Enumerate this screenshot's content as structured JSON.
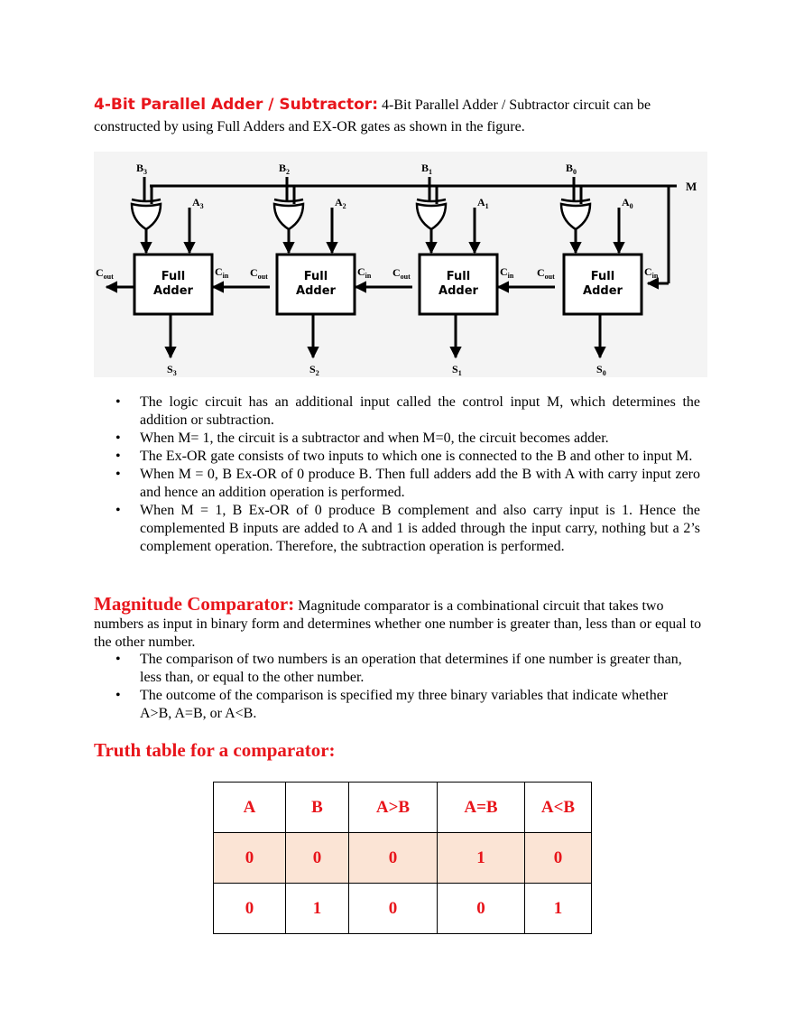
{
  "section1": {
    "heading": "4-Bit Parallel Adder / Subtractor:",
    "intro": " 4-Bit Parallel Adder / Subtractor circuit can be constructed by using Full Adders and EX-OR gates as shown in the figure."
  },
  "diagram": {
    "control_label": "M",
    "block_line1": "Full",
    "block_line2": "Adder",
    "stages": [
      {
        "b": "B",
        "b_sub": "3",
        "a": "A",
        "a_sub": "3",
        "s": "S",
        "s_sub": "3",
        "cout": "C",
        "cout_sub": "out",
        "cin": "C",
        "cin_sub": "in"
      },
      {
        "b": "B",
        "b_sub": "2",
        "a": "A",
        "a_sub": "2",
        "s": "S",
        "s_sub": "2",
        "cout": "C",
        "cout_sub": "out",
        "cin": "C",
        "cin_sub": "in"
      },
      {
        "b": "B",
        "b_sub": "1",
        "a": "A",
        "a_sub": "1",
        "s": "S",
        "s_sub": "1",
        "cout": "C",
        "cout_sub": "out",
        "cin": "C",
        "cin_sub": "in"
      },
      {
        "b": "B",
        "b_sub": "0",
        "a": "A",
        "a_sub": "0",
        "s": "S",
        "s_sub": "0",
        "cout": "C",
        "cout_sub": "out",
        "cin": "C",
        "cin_sub": "in"
      }
    ]
  },
  "bullets1": [
    "The logic circuit has an additional input called the control input M, which determines the addition or subtraction.",
    "When M= 1, the circuit is a subtractor and when M=0, the circuit becomes adder.",
    "The Ex-OR gate consists of two inputs to which one is connected to the B and other to input M.",
    "When M = 0, B Ex-OR of 0 produce B. Then full adders add the B with A with carry input zero and hence an addition operation is performed.",
    "When M = 1, B Ex-OR of 0 produce B complement and also carry input is 1. Hence the complemented B inputs are added to A and 1 is added through the input carry, nothing but a 2’s complement operation. Therefore, the subtraction operation is performed."
  ],
  "section2": {
    "heading": "Magnitude Comparator:",
    "intro": " Magnitude comparator is a combinational circuit that takes two numbers as input in binary form and determines whether one number is greater than, less than or equal to the other number."
  },
  "bullets2": [
    "The comparison of two numbers is an operation that determines if one number is greater than, less than, or equal to the other number.",
    "The outcome of the comparison is specified my three binary variables that indicate whether A>B, A=B, or A<B."
  ],
  "section3": {
    "heading": "Truth table for a comparator:"
  },
  "truth_table": {
    "headers": [
      "A",
      "B",
      "A>B",
      "A=B",
      "A<B"
    ],
    "rows": [
      [
        "0",
        "0",
        "0",
        "1",
        "0"
      ],
      [
        "0",
        "1",
        "0",
        "0",
        "1"
      ]
    ]
  },
  "colors": {
    "heading_red": "#e8151b",
    "row_shade": "#fbe4d5"
  }
}
